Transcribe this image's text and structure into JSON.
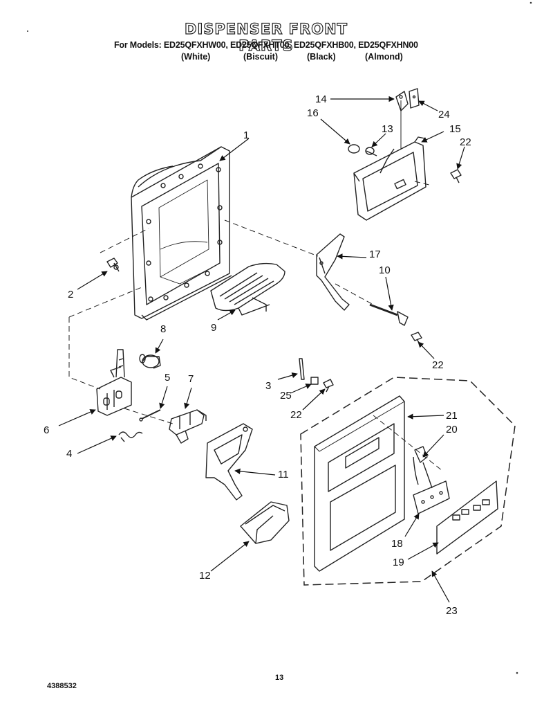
{
  "header": {
    "title": "DISPENSER FRONT PARTS",
    "models_line": "For Models: ED25QFXHW00, ED25QFXHT00, ED25QFXHB00, ED25QFXHN00",
    "variants": [
      "(White)",
      "(Biscuit)",
      "(Black)",
      "(Almond)"
    ]
  },
  "callouts": {
    "c1": "1",
    "c2": "2",
    "c4": "4",
    "c5": "5",
    "c6": "6",
    "c7": "7",
    "c8": "8",
    "c9": "9",
    "c10": "10",
    "c11": "11",
    "c12": "12",
    "c13": "13",
    "c14": "14",
    "c15": "15",
    "c16": "16",
    "c17": "17",
    "c18": "18",
    "c19": "19",
    "c20": "20",
    "c21": "21",
    "c22a": "22",
    "c22b": "22",
    "c22c": "22",
    "c23": "23",
    "c24": "24",
    "c25": "25",
    "c3": "3"
  },
  "footer": {
    "doc_number": "4388532",
    "page_number": "13"
  }
}
